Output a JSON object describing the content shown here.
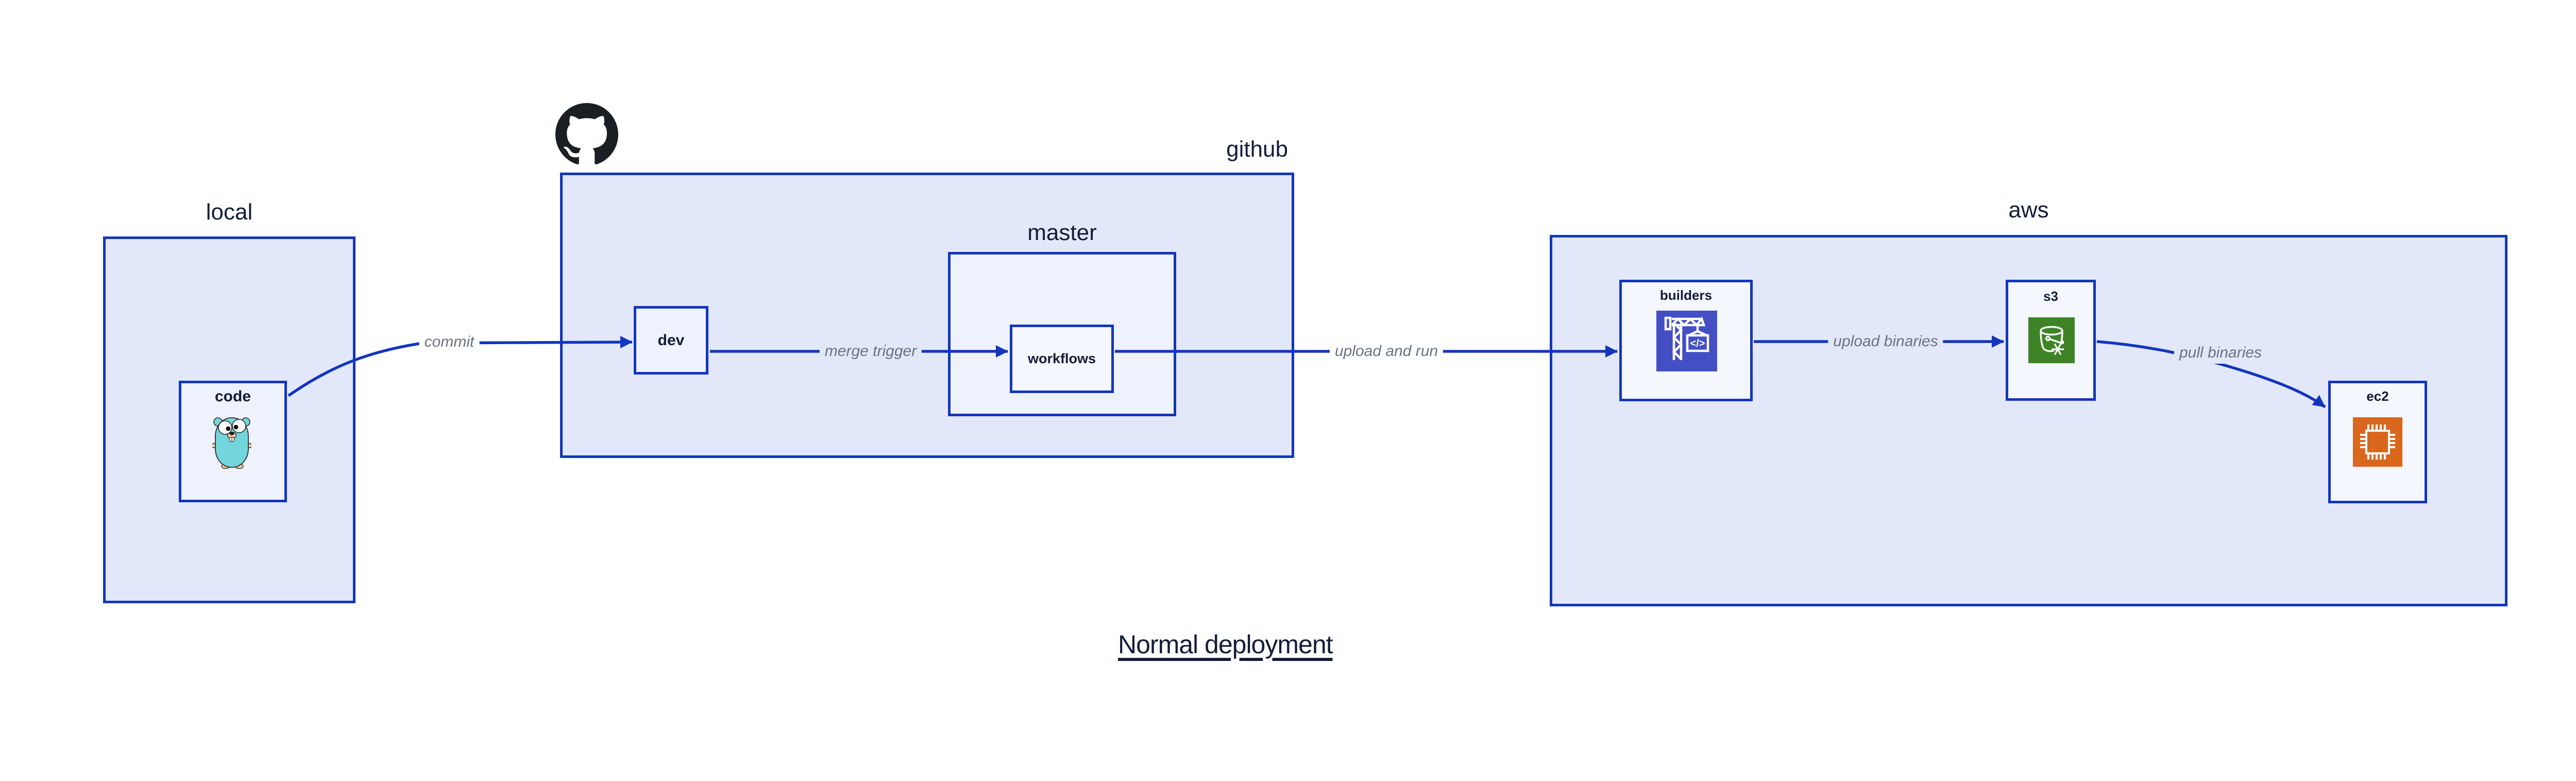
{
  "title": "Normal deployment",
  "groups": {
    "local": {
      "label": "local"
    },
    "github": {
      "label": "github"
    },
    "master": {
      "label": "master"
    },
    "aws": {
      "label": "aws"
    }
  },
  "nodes": {
    "code": {
      "label": "code"
    },
    "dev": {
      "label": "dev"
    },
    "workflows": {
      "label": "workflows"
    },
    "builders": {
      "label": "builders"
    },
    "s3": {
      "label": "s3"
    },
    "ec2": {
      "label": "ec2"
    }
  },
  "edges": [
    {
      "label": "commit",
      "from": "code",
      "to": "dev"
    },
    {
      "label": "merge trigger",
      "from": "dev",
      "to": "workflows"
    },
    {
      "label": "upload and run",
      "from": "workflows",
      "to": "builders"
    },
    {
      "label": "upload binaries",
      "from": "builders",
      "to": "s3"
    },
    {
      "label": "pull binaries",
      "from": "s3",
      "to": "ec2"
    }
  ],
  "icons": {
    "octocat": "github-octocat-icon",
    "gopher": "go-gopher-icon",
    "builders": "codebuild-crane-icon",
    "s3": "s3-glacier-bucket-icon",
    "ec2": "ec2-chip-icon"
  },
  "colors": {
    "border_blue": "#1336be",
    "group_fill": "#e2e8f9",
    "node_fill": "#eef2fc",
    "leaf_fill": "#f4f7fd",
    "edge_label_gray": "#6b7280",
    "text_navy": "#131d38",
    "codebuild_indigo": "#444fc4",
    "s3_green": "#3e8427",
    "ec2_orange": "#d9671e",
    "gopher_teal": "#74d6dd",
    "octocat_black": "#1b1f24"
  }
}
